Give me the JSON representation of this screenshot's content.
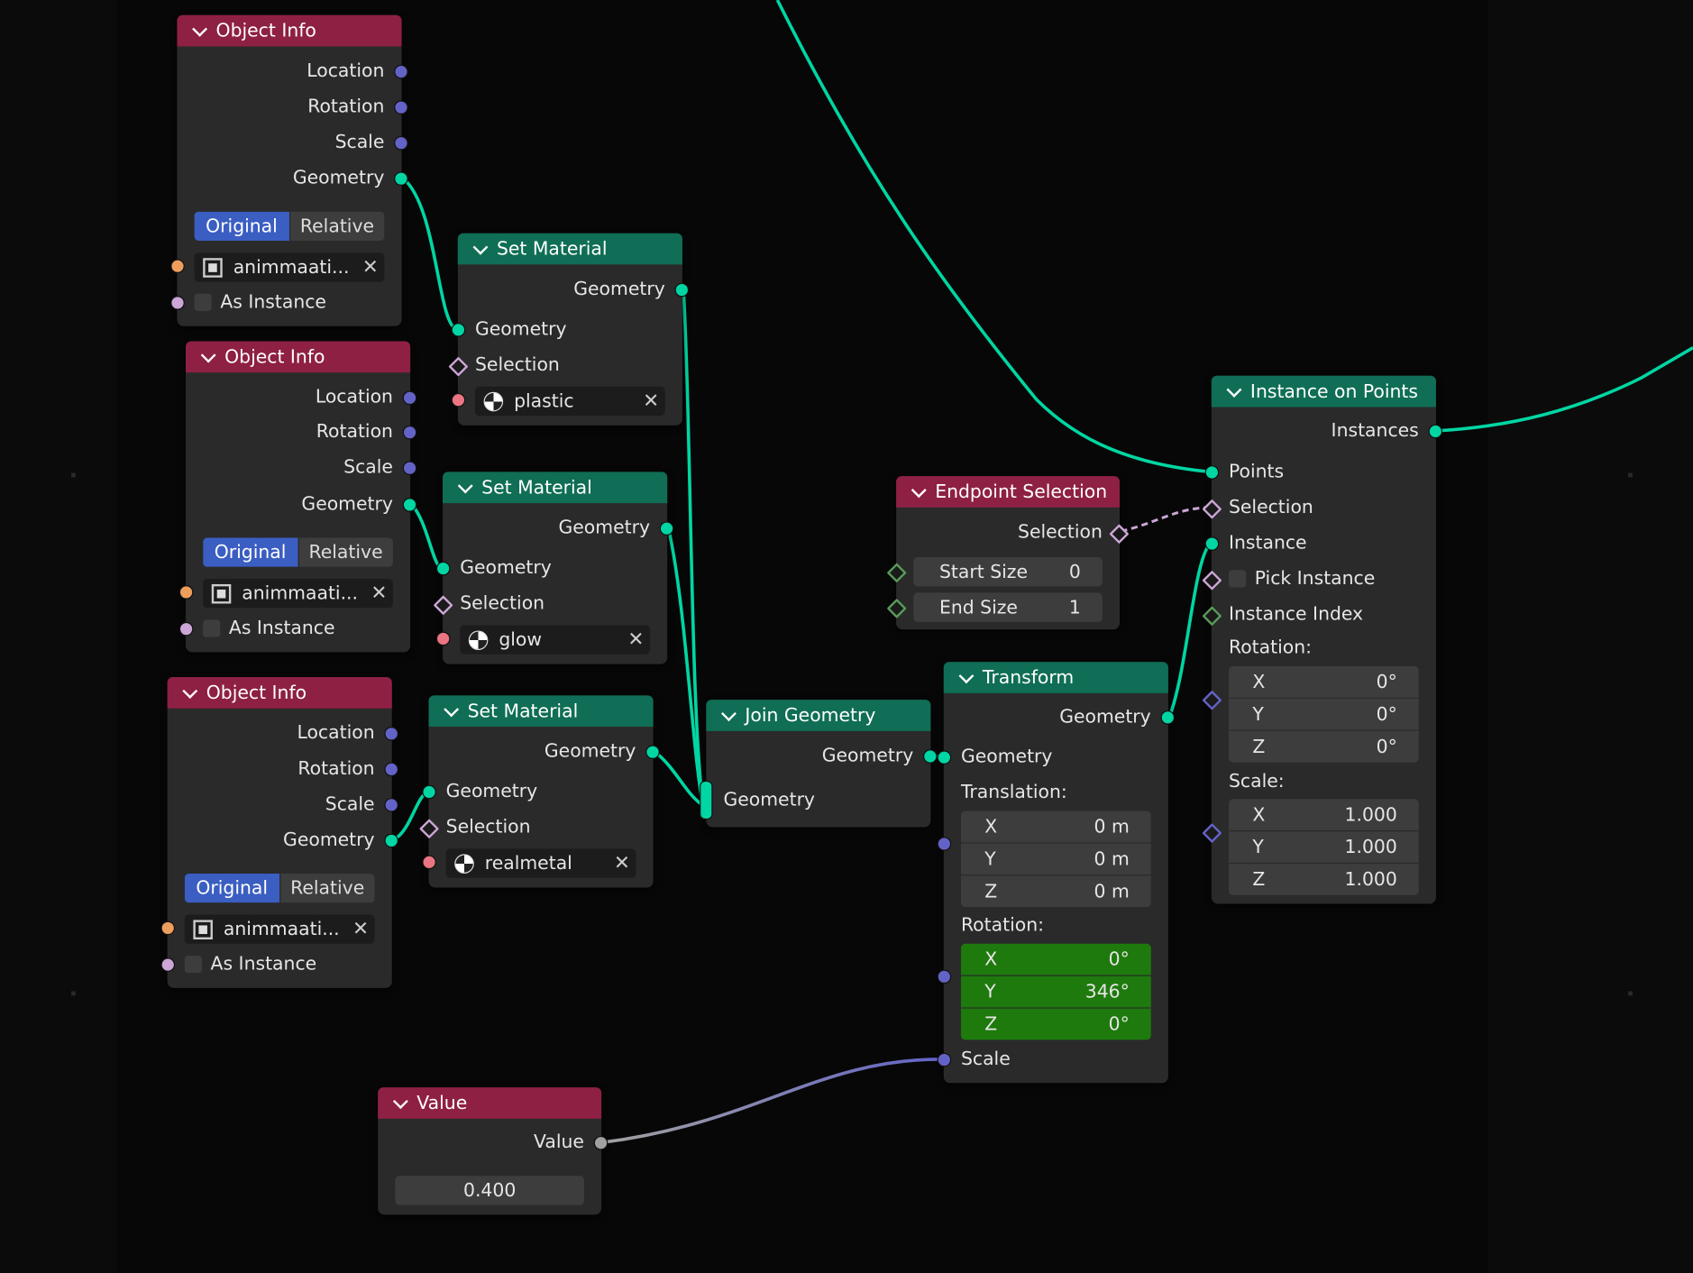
{
  "labels": {
    "geometry": "Geometry",
    "location": "Location",
    "rotation": "Rotation",
    "scale": "Scale",
    "selection": "Selection",
    "original": "Original",
    "relative": "Relative",
    "as_instance": "As Instance",
    "close": "✕"
  },
  "object_info_nodes": [
    {
      "title": "Object Info",
      "object": "animmaati..."
    },
    {
      "title": "Object Info",
      "object": "animmaati..."
    },
    {
      "title": "Object Info",
      "object": "animmaati..."
    }
  ],
  "set_material_nodes": [
    {
      "title": "Set Material",
      "material": "plastic"
    },
    {
      "title": "Set Material",
      "material": "glow"
    },
    {
      "title": "Set Material",
      "material": "realmetal"
    }
  ],
  "join_geometry": {
    "title": "Join Geometry"
  },
  "endpoint_selection": {
    "title": "Endpoint Selection",
    "start_size_label": "Start Size",
    "start_size": "0",
    "end_size_label": "End Size",
    "end_size": "1"
  },
  "transform": {
    "title": "Transform",
    "translation_label": "Translation:",
    "translation": [
      {
        "axis": "X",
        "value": "0 m"
      },
      {
        "axis": "Y",
        "value": "0 m"
      },
      {
        "axis": "Z",
        "value": "0 m"
      }
    ],
    "rotation_label": "Rotation:",
    "rotation": [
      {
        "axis": "X",
        "value": "0°"
      },
      {
        "axis": "Y",
        "value": "346°"
      },
      {
        "axis": "Z",
        "value": "0°"
      }
    ],
    "scale_label": "Scale"
  },
  "instance_on_points": {
    "title": "Instance on Points",
    "instances": "Instances",
    "points": "Points",
    "instance": "Instance",
    "pick_instance": "Pick Instance",
    "instance_index": "Instance Index",
    "rotation_label": "Rotation:",
    "rotation": [
      {
        "axis": "X",
        "value": "0°"
      },
      {
        "axis": "Y",
        "value": "0°"
      },
      {
        "axis": "Z",
        "value": "0°"
      }
    ],
    "scale_label": "Scale:",
    "scale": [
      {
        "axis": "X",
        "value": "1.000"
      },
      {
        "axis": "Y",
        "value": "1.000"
      },
      {
        "axis": "Z",
        "value": "1.000"
      }
    ]
  },
  "value_node": {
    "title": "Value",
    "output": "Value",
    "value": "0.400"
  },
  "colors": {
    "geometry_link": "#00d6a3",
    "vector_socket": "#6363c7",
    "header_input": "#8e2043",
    "header_geometry": "#0f6e55",
    "active_toggle": "#3b5ec2",
    "animated_field": "#1e7a0d"
  }
}
